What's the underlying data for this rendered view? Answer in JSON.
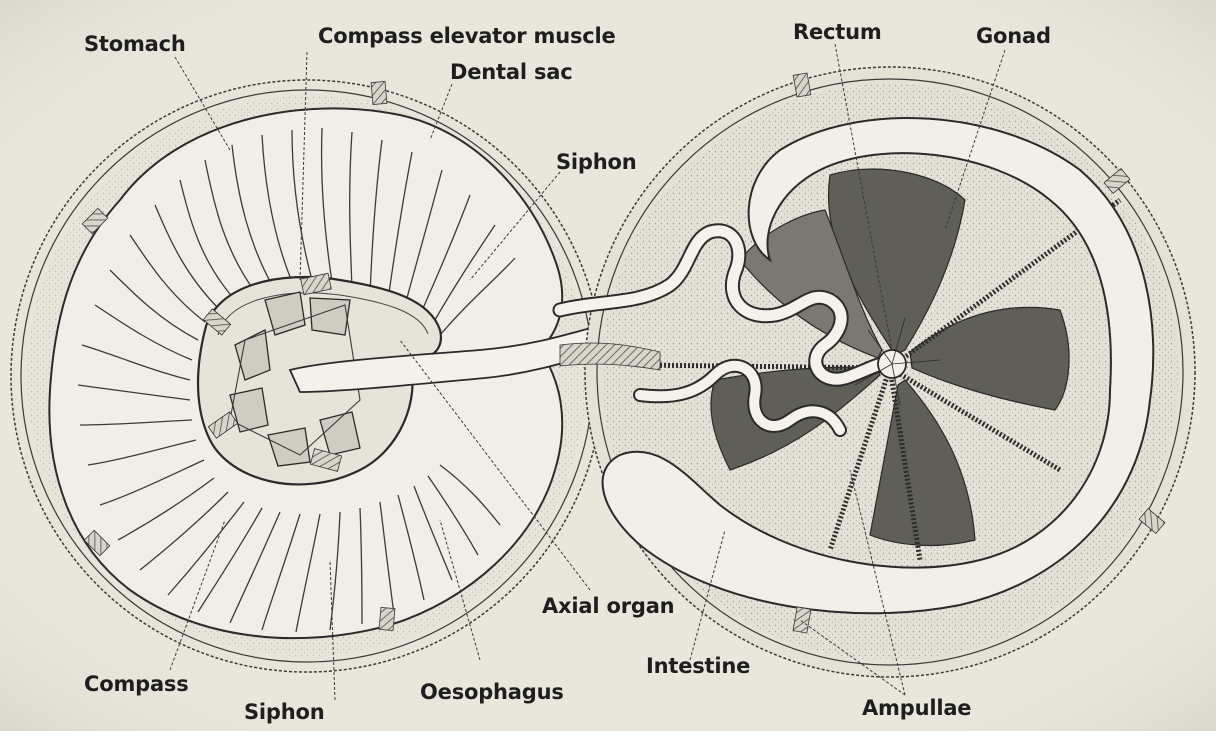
{
  "labels": {
    "stomach": "Stomach",
    "compass_elevator_muscle": "Compass elevator muscle",
    "dental_sac": "Dental sac",
    "siphon_top": "Siphon",
    "rectum": "Rectum",
    "gonad": "Gonad",
    "axial_organ": "Axial organ",
    "intestine": "Intestine",
    "compass": "Compass",
    "oesophagus": "Oesophagus",
    "siphon_bottom": "Siphon",
    "ampullae": "Ampullae"
  },
  "colors": {
    "paper": "#e9e6dc",
    "ink": "#2a2a2a",
    "shade_dark": "#5d5d57",
    "shade_mid": "#8e8c84",
    "organ_fill": "#eeece4"
  }
}
